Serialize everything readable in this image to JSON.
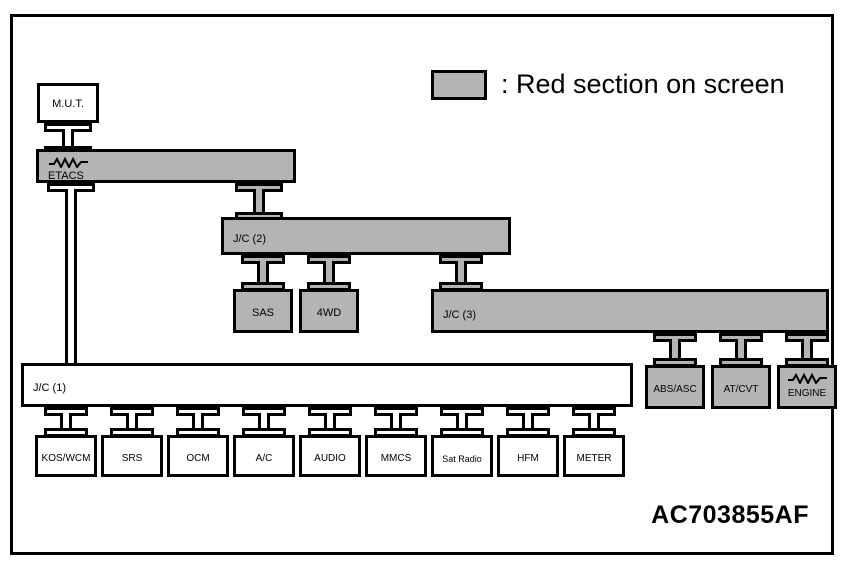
{
  "legend": {
    "swatch_color": "#b4b4b4",
    "text": ": Red section on screen"
  },
  "part_code": "AC703855AF",
  "colors": {
    "highlight_gray": "#b4b4b4",
    "line": "#000000",
    "background": "#ffffff"
  },
  "nodes": {
    "mut": {
      "label": "M.U.T.",
      "filled": false
    },
    "etacs": {
      "label": "ETACS",
      "filled": true,
      "has_terminator": true
    },
    "jc2": {
      "label": "J/C (2)",
      "filled": true
    },
    "sas": {
      "label": "SAS",
      "filled": true
    },
    "fourwd": {
      "label": "4WD",
      "filled": true
    },
    "jc3": {
      "label": "J/C (3)",
      "filled": true
    },
    "jc1": {
      "label": "J/C (1)",
      "filled": false
    },
    "abs": {
      "label": "ABS/ASC",
      "filled": true
    },
    "atcvt": {
      "label": "AT/CVT",
      "filled": true
    },
    "engine": {
      "label": "ENGINE",
      "filled": true,
      "has_terminator": true
    }
  },
  "bottom_row": [
    {
      "label": "KOS/WCM"
    },
    {
      "label": "SRS"
    },
    {
      "label": "OCM"
    },
    {
      "label": "A/C"
    },
    {
      "label": "AUDIO"
    },
    {
      "label": "MMCS"
    },
    {
      "label": "Sat Radio"
    },
    {
      "label": "HFM"
    },
    {
      "label": "METER"
    }
  ]
}
